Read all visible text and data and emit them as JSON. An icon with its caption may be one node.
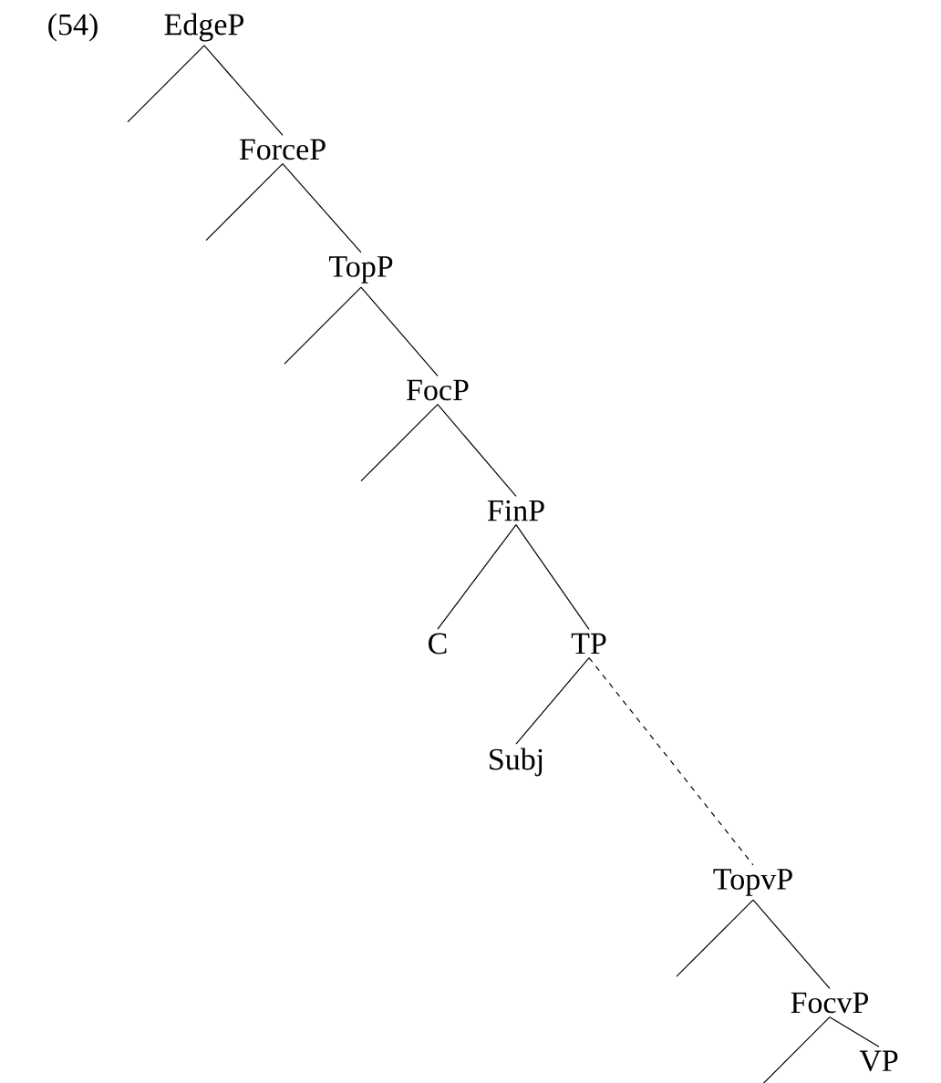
{
  "diagram": {
    "nodes": [
      {
        "text": [
          "EdgeP"
        ]
      },
      {
        "text": [
          "ForceP"
        ]
      },
      {
        "text": [
          "TopP"
        ]
      },
      {
        "text": [
          "FocP"
        ]
      },
      {
        "text": [
          "FinP"
        ]
      },
      {
        "text": [
          "C"
        ]
      },
      {
        "text": [
          "TP"
        ]
      },
      {
        "text": [
          "Subj"
        ]
      },
      {
        "text": [
          "TopvP"
        ]
      },
      {
        "text": [
          "FocvP"
        ]
      },
      {
        "text": [
          "VP"
        ]
      }
    ],
    "edges": [
      {
        "from": 0,
        "to": null,
        "arrow": "none"
      },
      {
        "from": 0,
        "to": 1,
        "arrow": "none"
      },
      {
        "from": 1,
        "to": null,
        "arrow": "none"
      },
      {
        "from": 1,
        "to": 2,
        "arrow": "none"
      },
      {
        "from": 2,
        "to": null,
        "arrow": "none"
      },
      {
        "from": 2,
        "to": 3,
        "arrow": "none"
      },
      {
        "from": 3,
        "to": null,
        "arrow": "none"
      },
      {
        "from": 3,
        "to": 4,
        "arrow": "none"
      },
      {
        "from": 4,
        "to": 5,
        "arrow": "none"
      },
      {
        "from": 4,
        "to": 6,
        "arrow": "none"
      },
      {
        "from": 6,
        "to": 7,
        "arrow": "none"
      },
      {
        "from": 6,
        "to": 8,
        "arrow": "none",
        "style": "dashed"
      },
      {
        "from": 8,
        "to": null,
        "arrow": "none"
      },
      {
        "from": 8,
        "to": 9,
        "arrow": "none"
      },
      {
        "from": 9,
        "to": null,
        "arrow": "none"
      },
      {
        "from": 9,
        "to": 10,
        "arrow": "none"
      }
    ],
    "labels": [
      "(54)"
    ]
  }
}
